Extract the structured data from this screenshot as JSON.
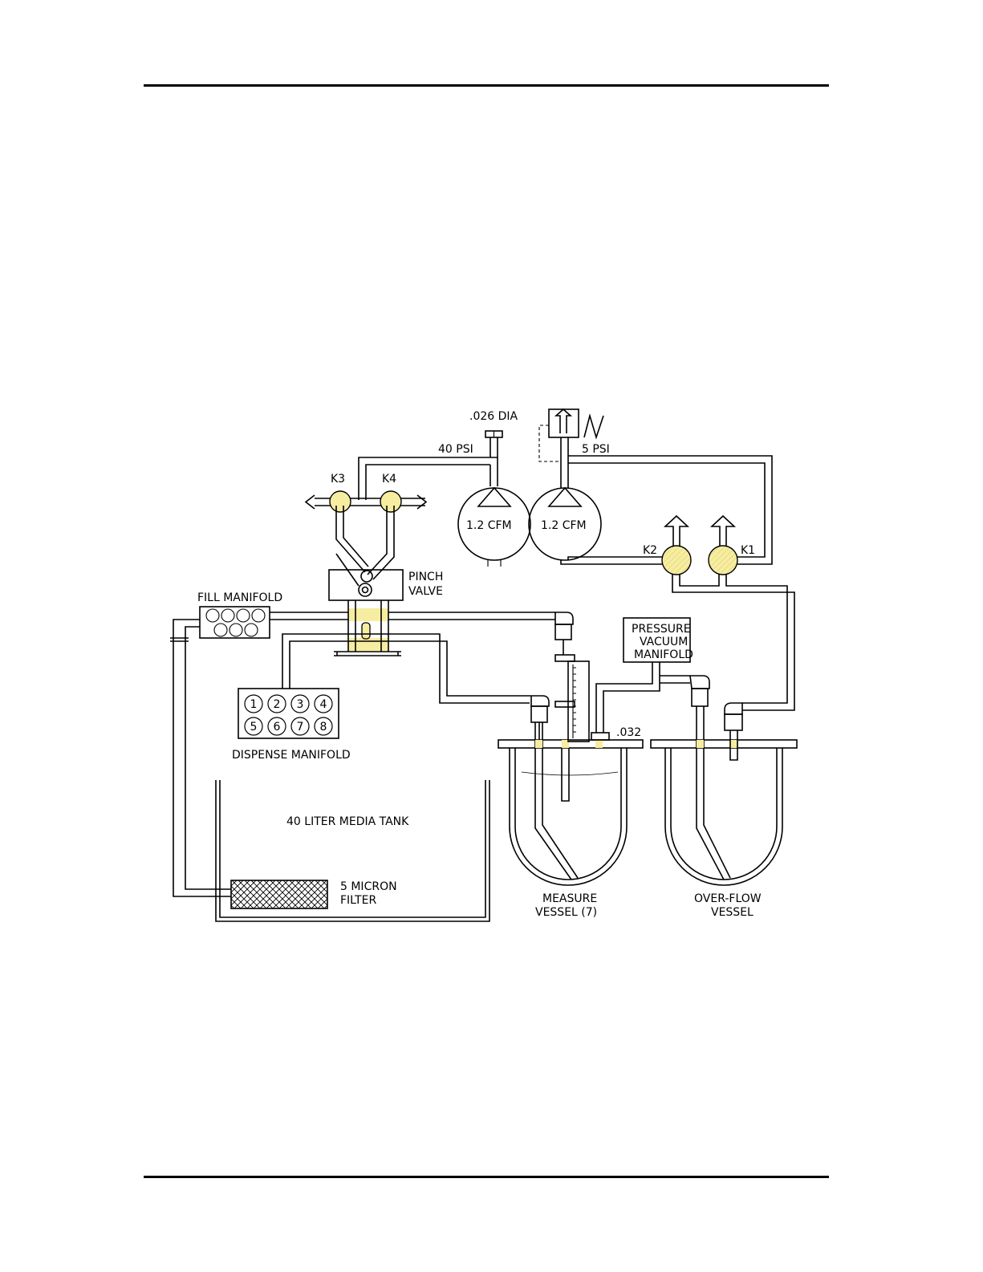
{
  "diagram": {
    "labels": {
      "orifice": ".026 DIA",
      "pressure_40": "40 PSI",
      "pressure_5": "5 PSI",
      "valve_k3": "K3",
      "valve_k4": "K4",
      "valve_k2": "K2",
      "valve_k1": "K1",
      "pump_left": "1.2 CFM",
      "pump_right": "1.2 CFM",
      "pinch_valve_line1": "PINCH",
      "pinch_valve_line2": "VALVE",
      "fill_manifold": "FILL MANIFOLD",
      "pv_manifold_line1": "PRESSURE",
      "pv_manifold_line2": "VACUUM",
      "pv_manifold_line3": "MANIFOLD",
      "dispense_manifold": "DISPENSE MANIFOLD",
      "dispense_ports": [
        "1",
        "2",
        "3",
        "4",
        "5",
        "6",
        "7",
        "8"
      ],
      "sensor_gap": ".032",
      "media_tank": "40 LITER MEDIA TANK",
      "filter_line1": "5 MICRON",
      "filter_line2": "FILTER",
      "measure_vessel_line1": "MEASURE",
      "measure_vessel_line2": "VESSEL (7)",
      "overflow_vessel_line1": "OVER-FLOW",
      "overflow_vessel_line2": "VESSEL"
    },
    "colors": {
      "line": "#000000",
      "valve_fill": "#f6eda0"
    }
  }
}
